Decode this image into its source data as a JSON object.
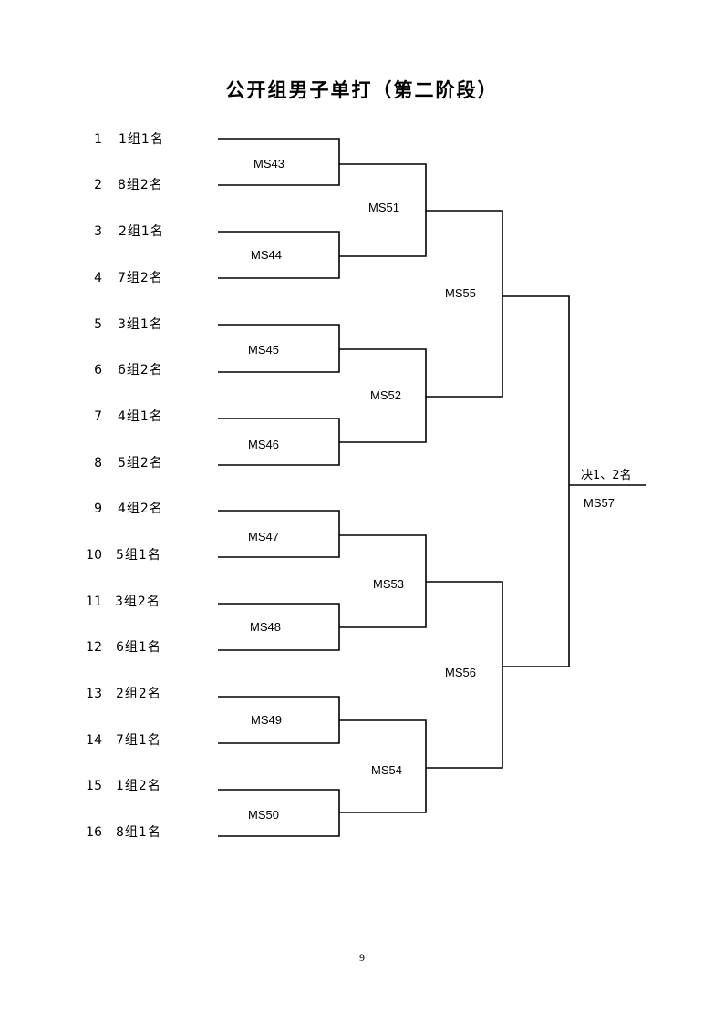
{
  "title": "公开组男子单打（第二阶段）",
  "entries": [
    {
      "seed": "1",
      "group": "1组1名"
    },
    {
      "seed": "2",
      "group": "8组2名"
    },
    {
      "seed": "3",
      "group": "2组1名"
    },
    {
      "seed": "4",
      "group": "7组2名"
    },
    {
      "seed": "5",
      "group": "3组1名"
    },
    {
      "seed": "6",
      "group": "6组2名"
    },
    {
      "seed": "7",
      "group": "4组1名"
    },
    {
      "seed": "8",
      "group": "5组2名"
    },
    {
      "seed": "9",
      "group": "4组2名"
    },
    {
      "seed": "10",
      "group": "5组1名"
    },
    {
      "seed": "11",
      "group": "3组2名"
    },
    {
      "seed": "12",
      "group": "6组1名"
    },
    {
      "seed": "13",
      "group": "2组2名"
    },
    {
      "seed": "14",
      "group": "7组1名"
    },
    {
      "seed": "15",
      "group": "1组2名"
    },
    {
      "seed": "16",
      "group": "8组1名"
    }
  ],
  "round1": [
    "MS43",
    "MS44",
    "MS45",
    "MS46",
    "MS47",
    "MS48",
    "MS49",
    "MS50"
  ],
  "round2": [
    "MS51",
    "MS52",
    "MS53",
    "MS54"
  ],
  "round3": [
    "MS55",
    "MS56"
  ],
  "final": {
    "label": "决1、2名",
    "match": "MS57"
  },
  "page_number": "9"
}
